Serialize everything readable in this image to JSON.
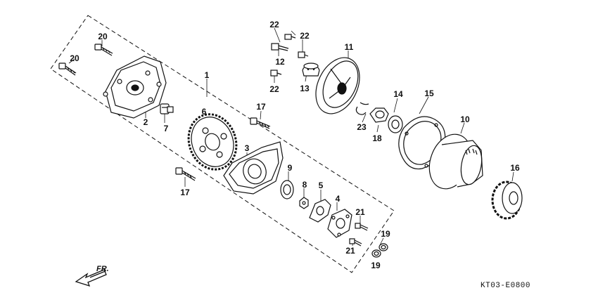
{
  "diagram": {
    "code": "KT03-E0800",
    "direction_label": "FR.",
    "callouts": {
      "c1": "1",
      "c2": "2",
      "c3": "3",
      "c4": "4",
      "c5": "5",
      "c6": "6",
      "c7": "7",
      "c8": "8",
      "c9": "9",
      "c10": "10",
      "c11": "11",
      "c12": "12",
      "c13": "13",
      "c14": "14",
      "c15": "15",
      "c16": "16",
      "c17a": "17",
      "c17b": "17",
      "c18": "18",
      "c19a": "19",
      "c19b": "19",
      "c20a": "20",
      "c20b": "20",
      "c21a": "21",
      "c21b": "21",
      "c22a": "22",
      "c22b": "22",
      "c22c": "22",
      "c23": "23"
    }
  }
}
